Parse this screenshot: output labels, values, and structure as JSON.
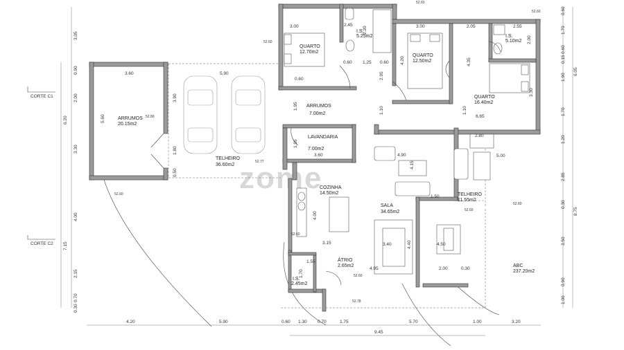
{
  "rooms": [
    {
      "name": "QUARTO",
      "area": "12.70m2"
    },
    {
      "name": "I.S.",
      "area": "5.25m2"
    },
    {
      "name": "QUARTO",
      "area": "12.50m2"
    },
    {
      "name": "I.S.",
      "area": "5.10m2"
    },
    {
      "name": "QUARTO",
      "area": "16.40m2"
    },
    {
      "name": "ARRUMOS",
      "area": "7.00m2"
    },
    {
      "name": "ARRUMOS",
      "area": "20.15m2"
    },
    {
      "name": "TELHEIRO",
      "area": "36.60m2"
    },
    {
      "name": "LAVANDARIA",
      "area": "7.00m2"
    },
    {
      "name": "COZINHA",
      "area": "14.50m2"
    },
    {
      "name": "SALA",
      "area": "34.65m2"
    },
    {
      "name": "TELHEIRO",
      "area": "11.55m2"
    },
    {
      "name": "ÁTRIO",
      "area": "2.65m2"
    },
    {
      "name": "I.S.",
      "area": "2.45m2"
    },
    {
      "name": "ABC",
      "area": "237.20m2"
    }
  ],
  "sections": [
    "CORTE C1",
    "CORTE C2"
  ],
  "watermark": "zome",
  "levels": [
    "52.60",
    "52.60",
    "52.80",
    "52.60",
    "52.60",
    "52.77",
    "52.60",
    "52.60",
    "52.60",
    "52.60",
    "52.78"
  ],
  "dims_top": [
    "3.00",
    "2.45",
    "3.00",
    "2.05",
    "2.55"
  ],
  "dims_bottom_row1": [
    "4.20",
    "5.90",
    "0.60",
    "1.30",
    "0.70",
    "1.75",
    "5.70",
    "1.00",
    "3.20"
  ],
  "dims_bottom_total": "9.45",
  "dims_left": [
    "3.05",
    "0.90",
    "2.00",
    "3.30",
    "4.00",
    "2.15",
    "0.30",
    "0.70"
  ],
  "dims_left_totals": [
    "6.20",
    "7.15"
  ],
  "dims_right": [
    "0.60",
    "1.70",
    "2.00",
    "0.60",
    "0.15",
    "1.90",
    "1.70",
    "1.20",
    "2.85",
    "0.30",
    "3.50",
    "0.90",
    "1.00"
  ],
  "dims_right_totals": [
    "6.05",
    "8.75"
  ],
  "dims_interior": [
    "3.60",
    "5.90",
    "5.60",
    "3.90",
    "1.80",
    "0.50",
    "2.20",
    "0.60",
    "1.25",
    "0.60",
    "4.20",
    "0.60",
    "4.35",
    "3.30",
    "2.95",
    "1.10",
    "1.10",
    "6.65",
    "1.95",
    "1.95",
    "3.60",
    "4.90",
    "4.15",
    "1.50",
    "5.00",
    "2.80",
    "4.00",
    "3.15",
    "3.40",
    "4.40",
    "4.50",
    "2.00",
    "0.30",
    "4.95",
    "1.55",
    "1.70"
  ]
}
